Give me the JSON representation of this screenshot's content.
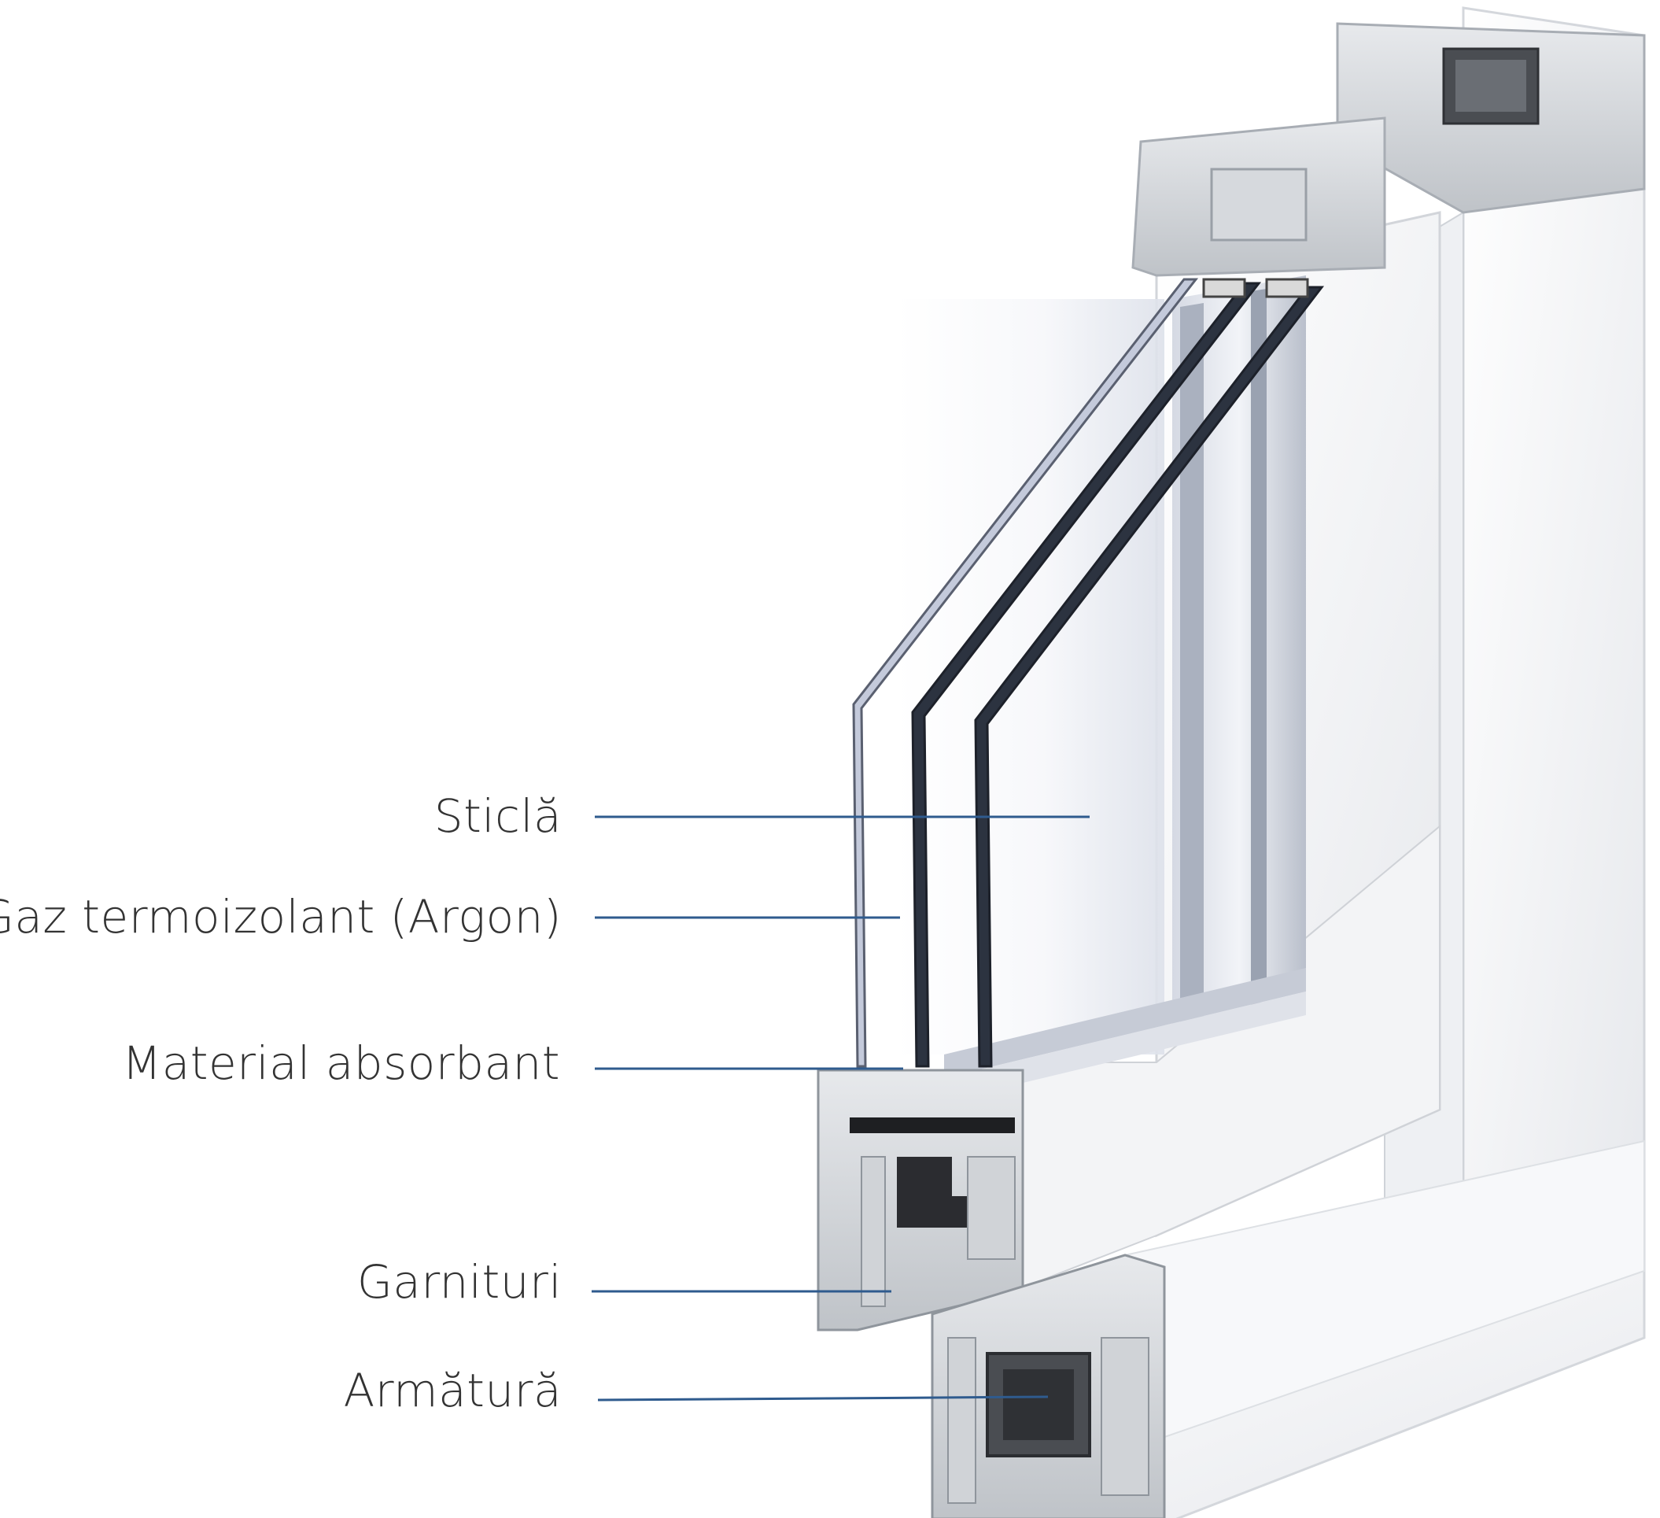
{
  "colors": {
    "leader": "#2f5b8e",
    "label_text": "#333333",
    "frame_white": "#f4f5f7",
    "frame_shadow": "#d7dadf",
    "profile_gray": "#c9cdd2",
    "glass_edge": "#2c3340",
    "glass_tint": "#c4cadb",
    "steel": "#4a4d52"
  },
  "labels": [
    {
      "key": "sticla",
      "text": "Sticlă"
    },
    {
      "key": "gaz",
      "text": "Gaz termoizolant (Argon)"
    },
    {
      "key": "material",
      "text": "Material absorbant"
    },
    {
      "key": "garnituri",
      "text": "Garnituri"
    },
    {
      "key": "armatura",
      "text": "Armătură"
    }
  ],
  "icons": [
    "window-profile-cross-section-illustration"
  ]
}
